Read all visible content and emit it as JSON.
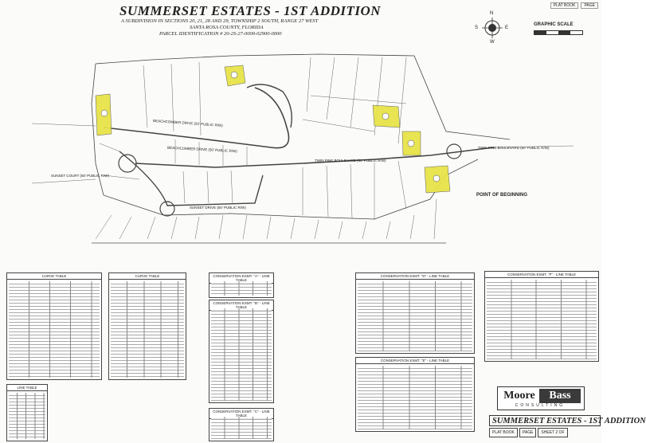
{
  "header": {
    "title": "SUMMERSET ESTATES - 1ST ADDITION",
    "subtitle": "A SUBDIVISION IN SECTIONS 20, 21, 28 AND 29, TOWNSHIP 2 SOUTH, RANGE 27 WEST",
    "county": "SANTA ROSA COUNTY, FLORIDA",
    "parcel": "PARCEL IDENTIFICATION # 20-2S-27-0000-02900-0000",
    "plat_book": "PLAT BOOK",
    "page": "PAGE",
    "graphic_scale": "GRAPHIC SCALE"
  },
  "compass": {
    "n": "N",
    "s": "S",
    "e": "E",
    "w": "W"
  },
  "roads": {
    "beachcomber": "BEACHCOMBER DRIVE (50' PUBLIC R/W)",
    "beachcomber_2": "BEACHCOMBER DRIVE (50' PUBLIC R/W)",
    "twin_pine": "TWIN PINE BOULEVARD (50' PUBLIC R/W)",
    "twin_pine_2": "TWIN PINE BOULEVARD (50' PUBLIC R/W)",
    "sunset": "SUNSET DRIVE (50' PUBLIC R/W)",
    "sunset_2": "SUNSET COURT (50' PUBLIC R/W)",
    "point_of_beginning": "POINT OF BEGINNING"
  },
  "tables": {
    "t1": "CURVE TABLE",
    "t2": "CURVE TABLE",
    "t3": "CONSERVATION ESMT. \"A\" - LINE TABLE",
    "t4": "CONSERVATION ESMT. \"B\" - LINE TABLE",
    "t5": "CONSERVATION ESMT. \"C\" - LINE TABLE",
    "t6": "CONSERVATION ESMT. \"D\" - LINE TABLE",
    "t7": "CONSERVATION ESMT. \"E\" - LINE TABLE",
    "t8": "CONSERVATION ESMT. \"F\" - LINE TABLE",
    "t9": "LINE TABLE"
  },
  "title_block": {
    "moore": "Moore",
    "bass": "Bass",
    "consulting": "CONSULTING",
    "project": "SUMMERSET ESTATES - 1ST ADDITION",
    "plat_book": "PLAT BOOK",
    "page": "PAGE",
    "sheet": "SHEET 2 OF"
  },
  "colors": {
    "highlight": "#e8e34a",
    "line": "#333333"
  }
}
